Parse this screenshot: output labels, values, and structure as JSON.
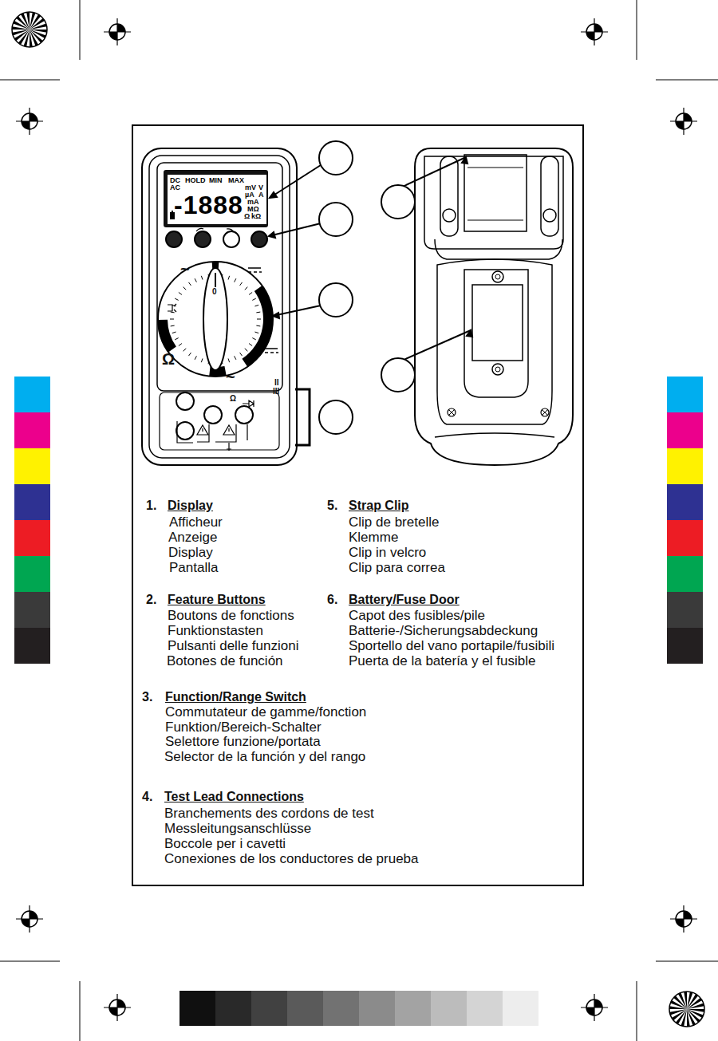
{
  "diagram": {
    "nodes": [
      {
        "text": [
          "DC",
          "AC",
          "HOLD",
          "MIN",
          "MAX",
          "mV",
          "V",
          "µA",
          "A",
          "mA",
          "MΩ",
          "Ω",
          "kΩ",
          "-1888"
        ]
      }
    ],
    "labels": [
      "1.",
      "Display",
      "Afficheur",
      "Anzeige",
      "Display",
      "Pantalla",
      "2.",
      "Feature Buttons",
      "Boutons de fonctions",
      "Funktionstasten",
      "Pulsanti delle funzioni",
      "Botones de función",
      "3.",
      "Function/Range Switch",
      "Commutateur de gamme/fonction",
      "Funktion/Bereich-Schalter",
      "Selettore funzione/portata",
      "Selector de la función y del rango",
      "4.",
      "Test Lead Connections",
      "Branchements des cordons de test",
      "Messleitungsanschlüsse",
      "Boccole per i cavetti",
      "Conexiones de los conductores de prueba",
      "5.",
      "Strap Clip",
      "Clip de bretelle",
      "Klemme",
      "Clip in velcro",
      "Clip para correa",
      "6.",
      "Battery/Fuse Door",
      "Capot des fusibles/pile",
      "Batterie-/Sicherungsabdeckung",
      "Sportello del vano portapile/fusibili",
      "Puerta de la batería y el fusible",
      "~",
      "Ω",
      "~",
      "0",
      "II",
      "III",
      "Ω"
    ]
  }
}
